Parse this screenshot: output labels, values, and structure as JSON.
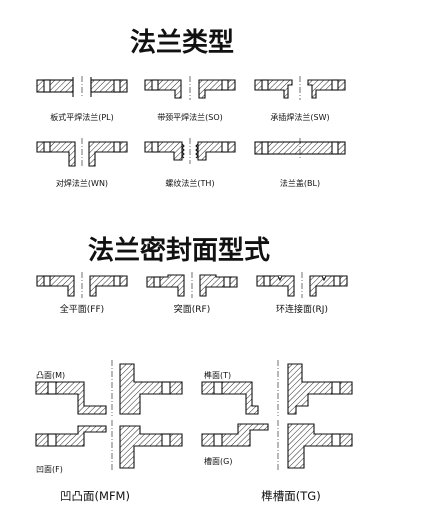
{
  "section_flange_types": {
    "title": "法兰类型",
    "items": [
      {
        "label": "板式平焊法兰(PL)"
      },
      {
        "label": "带颈平焊法兰(SO)"
      },
      {
        "label": "承插焊法兰(SW)"
      },
      {
        "label": "对焊法兰(WN)"
      },
      {
        "label": "螺纹法兰(TH)"
      },
      {
        "label": "法兰盖(BL)"
      }
    ]
  },
  "section_sealing_faces": {
    "title": "法兰密封面型式",
    "items": [
      {
        "label": "全平面(FF)"
      },
      {
        "label": "突面(RF)"
      },
      {
        "label": "环连接面(RJ)"
      }
    ],
    "pairs": [
      {
        "label": "凹凸面(MFM)",
        "part_upper": "凸面(M)",
        "part_lower": "凹面(F)"
      },
      {
        "label": "榫槽面(TG)",
        "part_upper": "榫面(T)",
        "part_lower": "槽面(G)"
      }
    ]
  },
  "colors": {
    "line": "#111111",
    "background": "#ffffff"
  }
}
